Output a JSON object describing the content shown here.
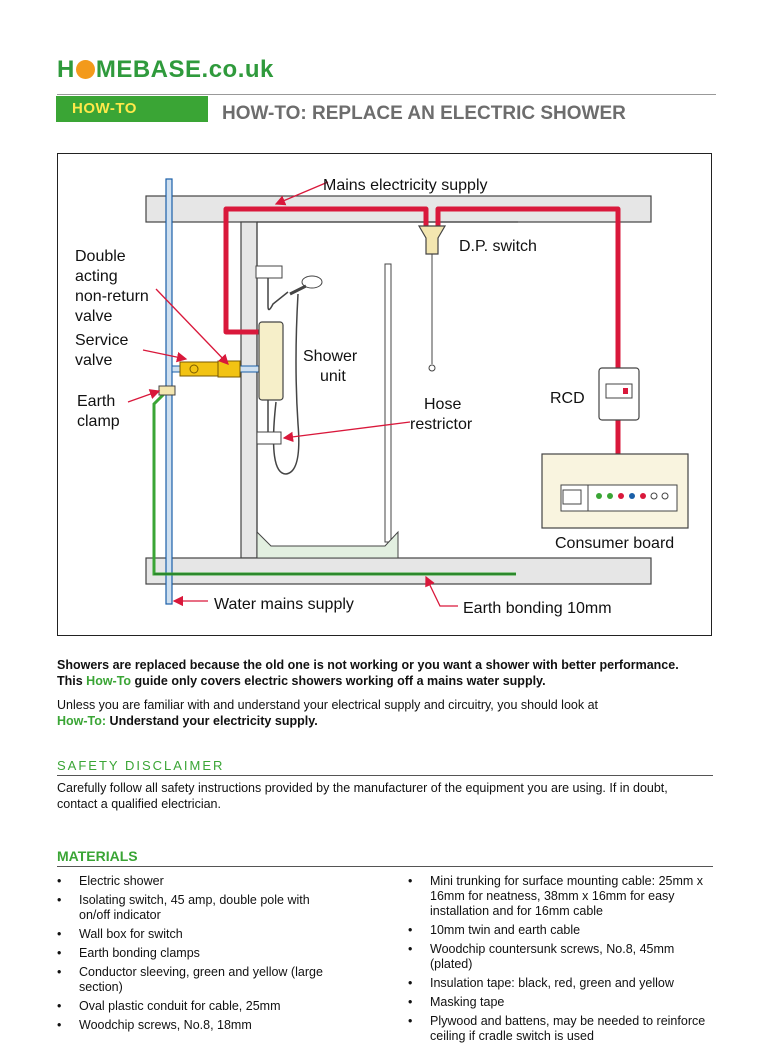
{
  "header": {
    "logo_text": "HOMEBASE.co.uk",
    "logo_pre": "H",
    "logo_post": "MEBASE.co.uk",
    "tab_label": "HOW-TO",
    "title": "HOW-TO: REPLACE AN ELECTRIC SHOWER"
  },
  "diagram": {
    "labels": {
      "mains": "Mains electricity supply",
      "dp_switch": "D.P. switch",
      "double1": "Double",
      "double2": "acting",
      "double3": "non-return",
      "double4": "valve",
      "service1": "Service",
      "service2": "valve",
      "earth1": "Earth",
      "earth2": "clamp",
      "shower1": "Shower",
      "shower2": "unit",
      "hose1": "Hose",
      "hose2": "restrictor",
      "rcd": "RCD",
      "consumer": "Consumer board",
      "water": "Water mains supply",
      "bonding": "Earth bonding 10mm"
    },
    "colors": {
      "cable": "#d9183b",
      "earth": "#3aa535",
      "pipe": "#1a5fa8",
      "wall": "#e4e4e4",
      "valve": "#f2c313"
    }
  },
  "intro": {
    "line1": "Showers are replaced because the old one is not working or you want a shower with better performance.",
    "line2_pre": "This ",
    "line2_link": "How-To",
    "line2_post": " guide only covers electric showers working off a mains water supply",
    "line2_end": ".",
    "para2": "Unless you are familiar with and understand your electrical supply and circuitry, you should look at",
    "para2_link": "How-To:",
    "para2_link_rest": " Understand your electricity supply."
  },
  "safety": {
    "heading": "SAFETY DISCLAIMER",
    "text": "Carefully follow all safety instructions provided by the manufacturer of the equipment you are using. If in doubt, contact a qualified electrician."
  },
  "materials": {
    "heading": "MATERIALS",
    "left": [
      "Electric shower",
      "Isolating switch, 45 amp, double pole with on/off indicator",
      "Wall box for switch",
      "Earth bonding clamps",
      "Conductor sleeving, green and yellow (large section)",
      "Oval plastic conduit for cable, 25mm",
      "Woodchip screws, No.8, 18mm"
    ],
    "right": [
      "Mini trunking for surface mounting cable: 25mm x 16mm for neatness, 38mm x 16mm for easy installation and for 16mm cable",
      "10mm twin and earth cable",
      "Woodchip countersunk screws, No.8, 45mm (plated)",
      "Insulation tape: black, red, green and yellow",
      "Masking tape",
      "Plywood and battens, may be needed to reinforce ceiling if cradle switch is used"
    ]
  }
}
